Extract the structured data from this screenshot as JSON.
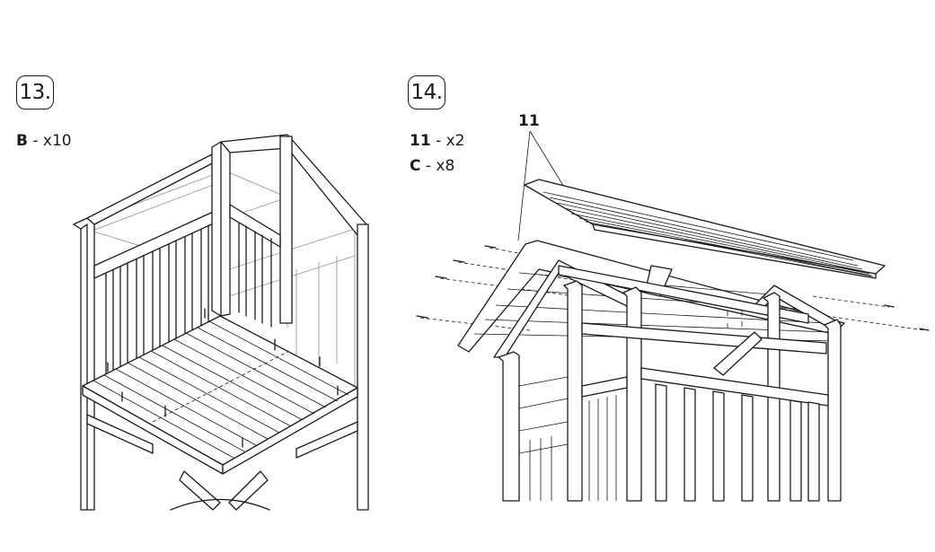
{
  "steps": [
    {
      "number": "13.",
      "parts": [
        {
          "code": "B",
          "qty": "- x10"
        }
      ]
    },
    {
      "number": "14.",
      "parts": [
        {
          "code": "11",
          "qty": "- x2"
        },
        {
          "code": "C",
          "qty": "- x8"
        }
      ],
      "callout": "11"
    }
  ]
}
